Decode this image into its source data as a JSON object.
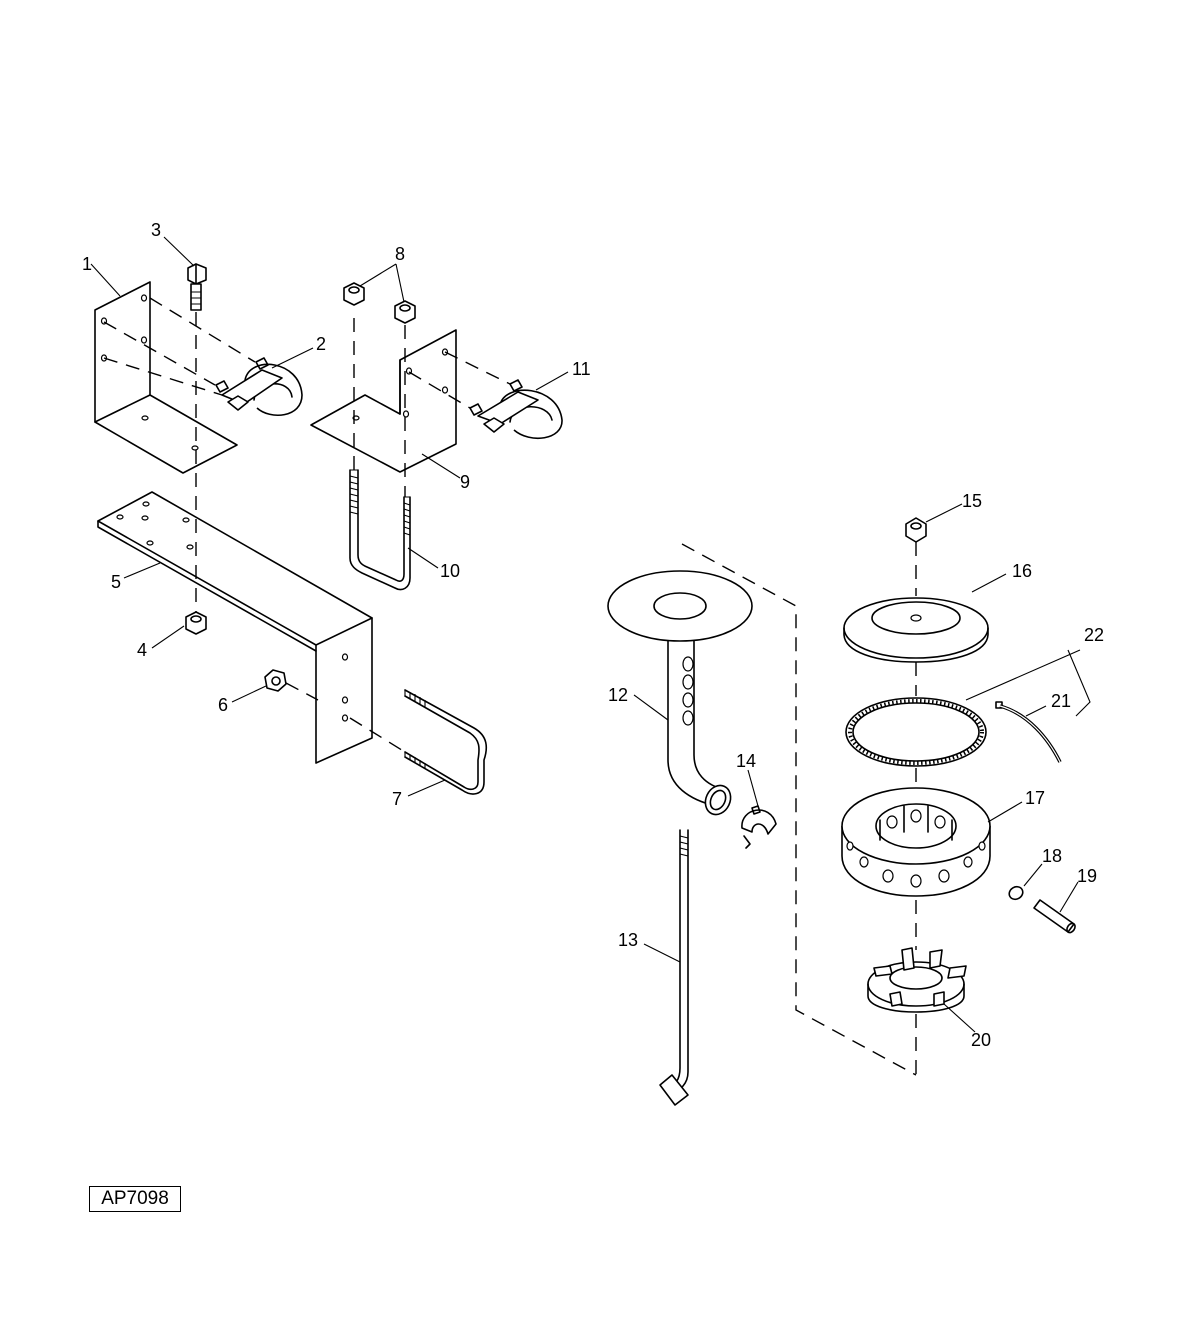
{
  "figure": {
    "id": "AP7098",
    "callouts": [
      "1",
      "2",
      "3",
      "4",
      "5",
      "6",
      "7",
      "8",
      "9",
      "10",
      "11",
      "12",
      "13",
      "14",
      "15",
      "16",
      "17",
      "18",
      "19",
      "20",
      "21",
      "22"
    ]
  }
}
